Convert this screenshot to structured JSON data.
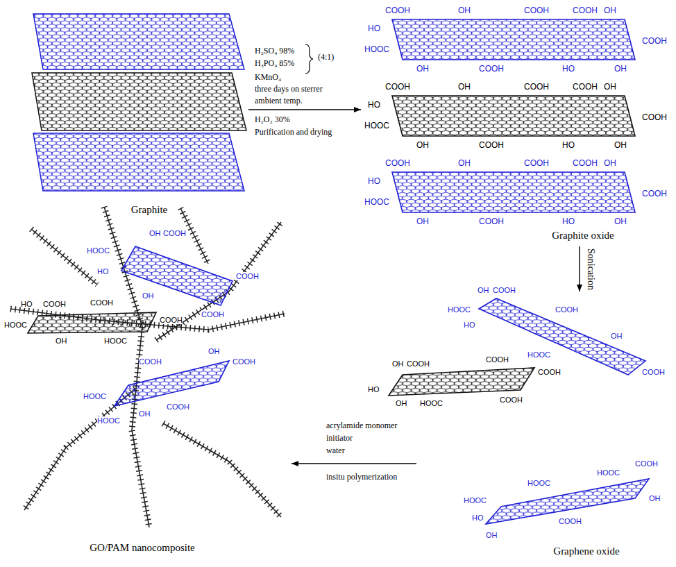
{
  "diagram": {
    "nodes": [
      {
        "text": [
          "Graphite"
        ]
      },
      {
        "text": [
          "Graphite oxide"
        ]
      },
      {
        "text": [
          "Graphene oxide"
        ]
      },
      {
        "text": [
          "GO/PAM nanocomposite"
        ]
      }
    ],
    "edges": [
      {
        "from": 0,
        "to": 1,
        "arrow": "to"
      },
      {
        "from": 1,
        "to": 2,
        "label": "Sonication",
        "arrow": "to"
      },
      {
        "from": 2,
        "to": 3,
        "arrow": "to"
      }
    ],
    "labels": [
      "H₂SO₄ 98%",
      "H₃PO₄ 85%",
      "(4:1)",
      "KMnO₄",
      "three days on sterrer",
      "ambient temp.",
      "H₂O₂ 30%",
      "Purification and drying",
      "acrylamide monomer",
      "initiator",
      "water",
      "insitu polymerization",
      "COOH",
      "OH",
      "COOH",
      "COOH",
      "OH",
      "HO",
      "HOOC",
      "COOH",
      "OH",
      "COOH",
      "HO",
      "OH",
      "COOH",
      "OH",
      "COOH",
      "COOH",
      "OH",
      "HO",
      "HOOC",
      "COOH",
      "OH",
      "COOH",
      "HO",
      "OH",
      "COOH",
      "OH",
      "COOH",
      "COOH",
      "OH",
      "HO",
      "HOOC",
      "COOH",
      "OH",
      "COOH",
      "HO",
      "OH",
      "OH",
      "COOH",
      "HOOC",
      "HO",
      "COOH",
      "OH",
      "COOH",
      "HOOC",
      "OH",
      "COOH",
      "COOH",
      "HO",
      "COOH",
      "OH",
      "HOOC",
      "COOH",
      "HOOC",
      "HOOC",
      "COOH",
      "HOOC",
      "HO",
      "OH",
      "COOH",
      "OH",
      "OH",
      "COOH",
      "HOOC",
      "HO",
      "COOH",
      "OH",
      "COOH",
      "HO",
      "COOH",
      "HOOC",
      "COOH",
      "COOH",
      "OH",
      "HOOC",
      "HOOC",
      "COOH",
      "OH",
      "COOH",
      "COOH",
      "OH",
      "HOOC"
    ]
  }
}
